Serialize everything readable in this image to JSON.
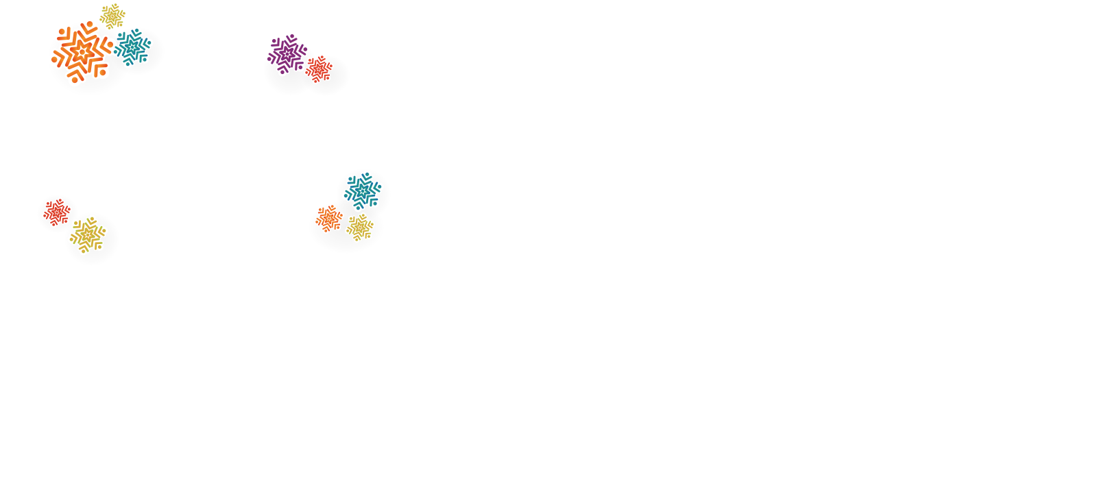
{
  "scene": {
    "background": "#ffffff",
    "decoration": "snowflake-icon",
    "clusters": [
      {
        "name": "top-left",
        "flakes": [
          {
            "icon": "snowflake-icon",
            "color_a": "#e8501f",
            "color_b": "#f6a72a"
          },
          {
            "icon": "snowflake-icon",
            "color_a": "#b7c43a",
            "color_b": "#e8a838"
          },
          {
            "icon": "snowflake-icon",
            "color_a": "#1678a0",
            "color_b": "#23a58a"
          }
        ]
      },
      {
        "name": "top-middle",
        "flakes": [
          {
            "icon": "snowflake-icon",
            "color_a": "#7c2a7e",
            "color_b": "#8e2e74"
          },
          {
            "icon": "snowflake-icon",
            "color_a": "#e0302a",
            "color_b": "#e2552d"
          }
        ]
      },
      {
        "name": "bottom-left",
        "flakes": [
          {
            "icon": "snowflake-icon",
            "color_a": "#d93427",
            "color_b": "#e04a2b"
          },
          {
            "icon": "snowflake-icon",
            "color_a": "#b4c43b",
            "color_b": "#ef9d35"
          }
        ]
      },
      {
        "name": "bottom-middle",
        "flakes": [
          {
            "icon": "snowflake-icon",
            "color_a": "#1471a8",
            "color_b": "#25a682"
          },
          {
            "icon": "snowflake-icon",
            "color_a": "#e8471f",
            "color_b": "#f5a52e"
          },
          {
            "icon": "snowflake-icon",
            "color_a": "#bec63c",
            "color_b": "#e29d3a"
          }
        ]
      }
    ]
  }
}
